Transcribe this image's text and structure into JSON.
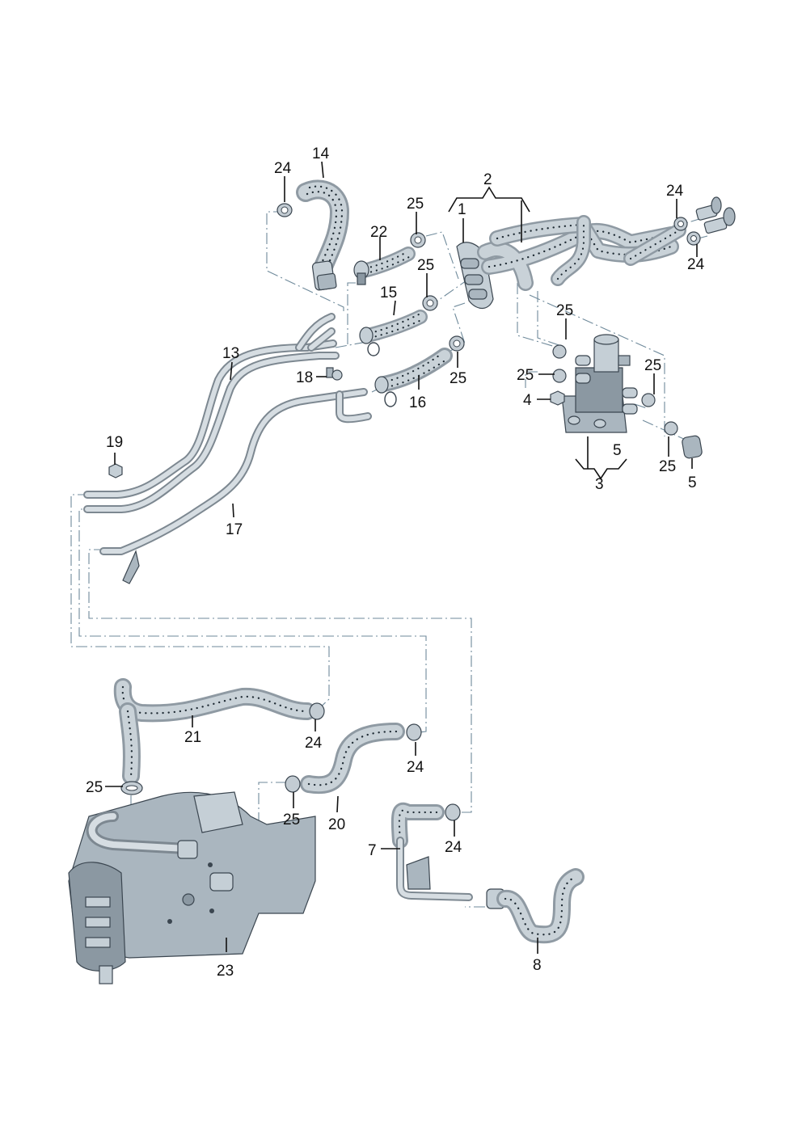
{
  "diagram": {
    "title": "Heater coolant hoses, pipes, valve and auxiliary heater — exploded view",
    "callouts": [
      {
        "id": "c1",
        "part": "1"
      },
      {
        "id": "c2",
        "part": "2"
      },
      {
        "id": "c3",
        "part": "3"
      },
      {
        "id": "c4",
        "part": "4"
      },
      {
        "id": "c5a",
        "part": "5"
      },
      {
        "id": "c5b",
        "part": "5"
      },
      {
        "id": "c7",
        "part": "7"
      },
      {
        "id": "c8",
        "part": "8"
      },
      {
        "id": "c13",
        "part": "13"
      },
      {
        "id": "c14",
        "part": "14"
      },
      {
        "id": "c15",
        "part": "15"
      },
      {
        "id": "c16",
        "part": "16"
      },
      {
        "id": "c17",
        "part": "17"
      },
      {
        "id": "c18",
        "part": "18"
      },
      {
        "id": "c19",
        "part": "19"
      },
      {
        "id": "c20",
        "part": "20"
      },
      {
        "id": "c21",
        "part": "21"
      },
      {
        "id": "c22",
        "part": "22"
      },
      {
        "id": "c23",
        "part": "23"
      },
      {
        "id": "c24a",
        "part": "24"
      },
      {
        "id": "c24b",
        "part": "24"
      },
      {
        "id": "c24c",
        "part": "24"
      },
      {
        "id": "c24d",
        "part": "24"
      },
      {
        "id": "c24e",
        "part": "24"
      },
      {
        "id": "c24f",
        "part": "24"
      },
      {
        "id": "c25a",
        "part": "25"
      },
      {
        "id": "c25b",
        "part": "25"
      },
      {
        "id": "c25c",
        "part": "25"
      },
      {
        "id": "c25d",
        "part": "25"
      },
      {
        "id": "c25e",
        "part": "25"
      },
      {
        "id": "c25f",
        "part": "25"
      },
      {
        "id": "c25g",
        "part": "25"
      },
      {
        "id": "c25h",
        "part": "25"
      },
      {
        "id": "c25i",
        "part": "25"
      }
    ]
  },
  "colors": {
    "hose": "#8f9aa3",
    "pipe": "#7d8891",
    "dashed_line": "#6f8a9b",
    "label": "#111111"
  }
}
